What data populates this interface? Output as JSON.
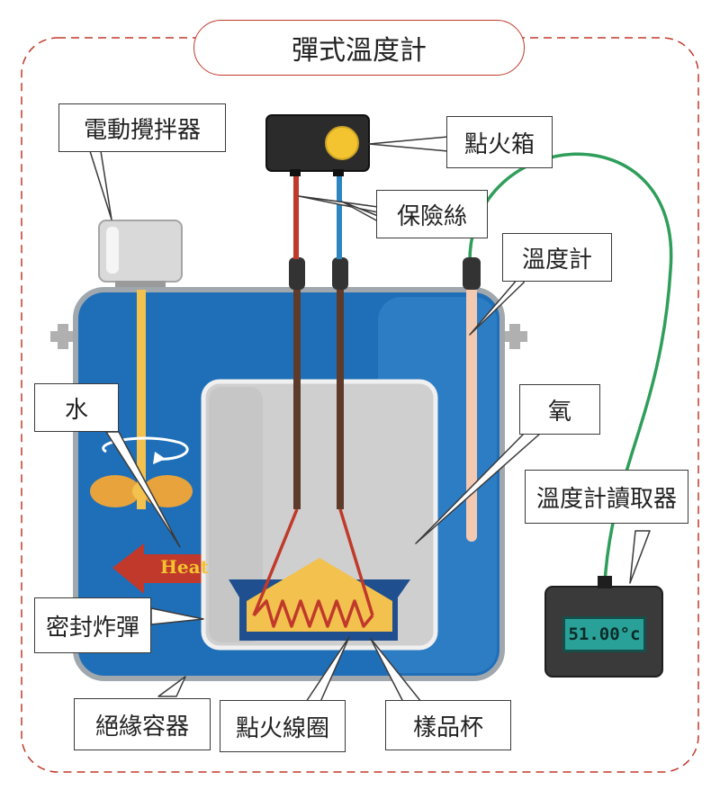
{
  "title": "彈式溫度計",
  "labels": {
    "stirrer": "電動攪拌器",
    "ignition_box": "點火箱",
    "fuse": "保險絲",
    "thermometer": "溫度計",
    "water": "水",
    "oxygen": "氧",
    "reader": "溫度計讀取器",
    "bomb": "密封炸彈",
    "insulated_container": "絕緣容器",
    "ignition_coil": "點火線圈",
    "sample_cup": "樣品杯"
  },
  "heat_label": "Heat",
  "reader_value": "51.00°c",
  "colors": {
    "frame": "#c0392b",
    "water": "#1f6fb8",
    "water_light": "#3d8fd4",
    "bomb": "#cfcfcf",
    "sample": "#f2c14e",
    "coil": "#c0392b",
    "wire_red": "#c0392b",
    "wire_blue": "#2e86c1",
    "wire_green": "#2e9e5a",
    "heat_arrow": "#c0392b"
  }
}
